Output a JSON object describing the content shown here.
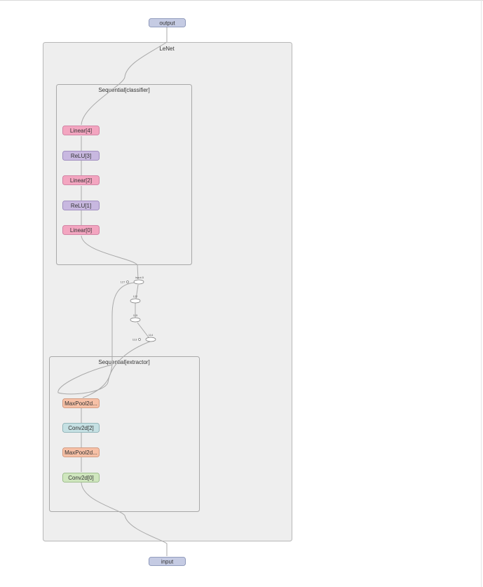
{
  "graph": {
    "io": {
      "output": "output",
      "input": "input"
    },
    "clusters": {
      "root": "LeNet",
      "classifier": "Sequential[classifier]",
      "extractor": "Sequential[extractor]"
    },
    "classifier_nodes": [
      "Linear[4]",
      "ReLU[3]",
      "Linear[2]",
      "ReLU[1]",
      "Linear[0]"
    ],
    "extractor_nodes": [
      "MaxPool2d...",
      "Conv2d[2]",
      "MaxPool2d...",
      "Conv2d[0]"
    ],
    "ops": {
      "input_5": "input.5",
      "n127": "127",
      "n122": "122",
      "n115": "115",
      "n114": "114",
      "n113": "113"
    },
    "colors": {
      "io": "#c5cbe3",
      "linear": "#f3a5c0",
      "relu": "#c8b8e0",
      "maxpool": "#f6c0a6",
      "conv_blue": "#c5e0e3",
      "conv_green": "#cfe6be"
    }
  }
}
